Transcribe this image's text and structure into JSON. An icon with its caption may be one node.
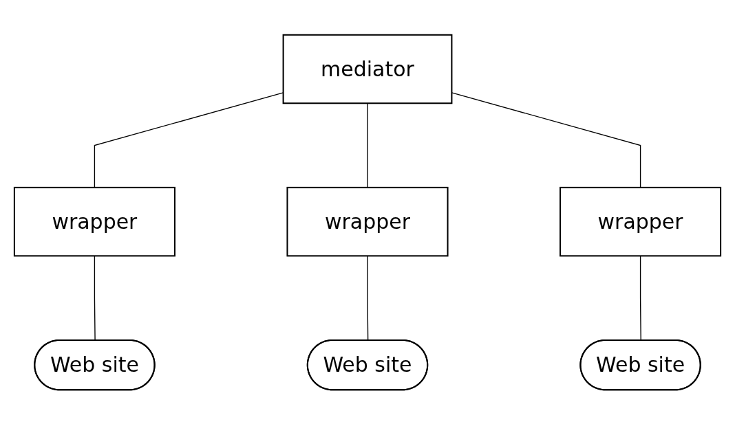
{
  "diagram": {
    "nodes": [
      {
        "text": [
          "mediator"
        ]
      },
      {
        "text": [
          "wrapper"
        ]
      },
      {
        "text": [
          "wrapper"
        ]
      },
      {
        "text": [
          "wrapper"
        ]
      },
      {
        "text": [
          "Web site"
        ]
      },
      {
        "text": [
          "Web site"
        ]
      },
      {
        "text": [
          "Web site"
        ]
      }
    ],
    "edges": [
      {
        "from": 0,
        "to": 1,
        "arrow": "none"
      },
      {
        "from": 0,
        "to": 2,
        "arrow": "none"
      },
      {
        "from": 0,
        "to": 3,
        "arrow": "none"
      },
      {
        "from": 1,
        "to": 4,
        "arrow": "none"
      },
      {
        "from": 2,
        "to": 5,
        "arrow": "none"
      },
      {
        "from": 3,
        "to": 6,
        "arrow": "none"
      }
    ]
  }
}
